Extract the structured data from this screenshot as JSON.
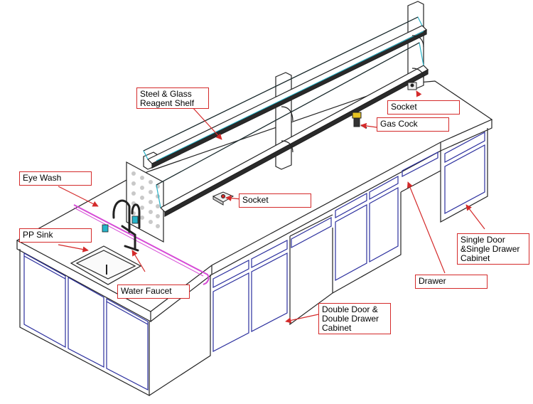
{
  "labels": {
    "reagent_shelf": "Steel & Glass\nReagent Shelf",
    "socket_top": "Socket",
    "gas_cock": "Gas Cock",
    "eye_wash": "Eye Wash",
    "socket_mid": "Socket",
    "pp_sink": "PP Sink",
    "single_door": "Single Door\n&Single Drawer\nCabinet",
    "drawer": "Drawer",
    "water_faucet": "Water Faucet",
    "double_door": "Double Door &\nDouble Drawer\nCabinet"
  },
  "colors": {
    "outline": "#222222",
    "cabinet": "#2b2f9e",
    "glass": "#27b3c9",
    "pipe": "#d64bd6",
    "callout": "#d42a2a"
  }
}
